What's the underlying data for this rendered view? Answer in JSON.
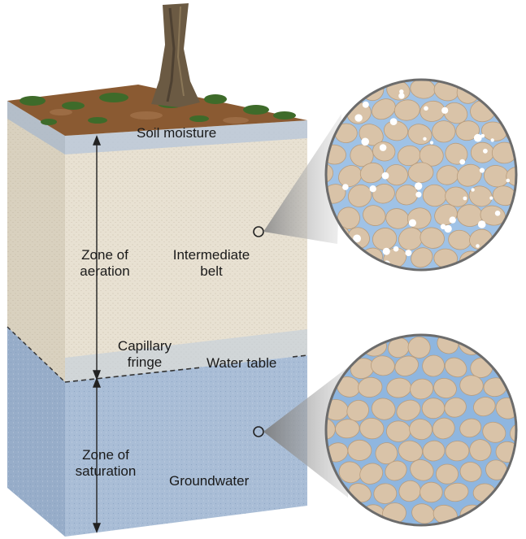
{
  "labels": {
    "soil_moisture": "Soil moisture",
    "zone_aeration_line1": "Zone of",
    "zone_aeration_line2": "aeration",
    "intermediate_line1": "Intermediate",
    "intermediate_line2": "belt",
    "capillary_line1": "Capillary",
    "capillary_line2": "fringe",
    "water_table": "Water table",
    "zone_saturation_line1": "Zone of",
    "zone_saturation_line2": "saturation",
    "groundwater": "Groundwater"
  },
  "colors": {
    "aeration_soil": "#e8e1d2",
    "saturation_water": "#a9bdd6",
    "grain": "#d9c3a8",
    "pore_water": "#8fb6df",
    "trunk": "#6b5a43",
    "grass": "#3e6b2a",
    "topsoil": "#8a5a32"
  },
  "icons": {
    "tree": "tree-trunk-icon",
    "magnifier_upper": "magnified-grains-air-water-icon",
    "magnifier_lower": "magnified-grains-saturated-icon"
  }
}
